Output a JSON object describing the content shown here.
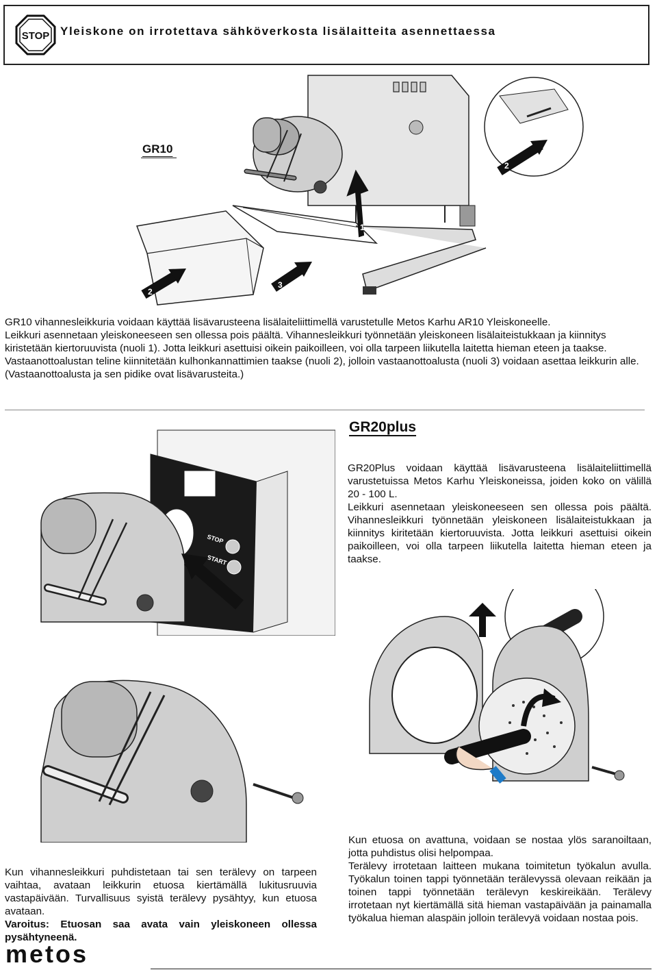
{
  "warning": {
    "stop_sign_text": "STOP",
    "title": "Yleiskone on irrotettava sähköverkosta lisälaitteita asennettaessa"
  },
  "gr10": {
    "heading": "GR10",
    "arrow_labels": [
      "1",
      "2",
      "2",
      "3"
    ],
    "paragraph": [
      "GR10 vihannesleikkuria voidaan käyttää lisävarusteena lisälaiteliittimellä varustetulle Metos Karhu AR10 Yleiskoneelle.",
      "Leikkuri asennetaan yleiskoneeseen sen ollessa pois päältä. Vihannesleikkuri työnnetään yleiskoneen lisälaiteistukkaan ja kiinnitys kiristetään kiertoruuvista (nuoli 1). Jotta leikkuri asettuisi oikein paikoilleen, voi olla tarpeen liikutella laitetta hieman eteen ja taakse.",
      "Vastaanottoalustan teline kiinnitetään kulhonkannattimien taakse (nuoli 2), jolloin vastaanottoalusta (nuoli 3) voidaan asettaa leikkurin alle. (Vastaanottoalusta ja sen pidike ovat lisävarusteita.)"
    ]
  },
  "gr20": {
    "heading": "GR20plus",
    "panel_labels": {
      "stop": "STOP",
      "start": "START"
    },
    "paragraph": [
      "GR20Plus voidaan käyttää lisävarusteena lisälaiteliittimellä varustetuissa Metos Karhu Yleiskoneissa, joiden koko on välillä 20 - 100 L.",
      "Leikkuri asennetaan yleiskoneeseen sen ollessa pois päältä. Vihannesleikkuri työnnetään yleiskoneen lisälaiteistukkaan ja kiinnitys kiritetään kiertoruuvista. Jotta leikkuri asettuisi oikein paikoilleen, voi olla tarpeen liikutella laitetta hieman eteen ja taakse."
    ]
  },
  "cleaning": {
    "paragraph": "Kun vihannesleikkuri puhdistetaan tai sen terälevy on tarpeen vaihtaa, avataan leikkurin etuosa kiertämällä lukitusruuvia vastapäivään. Turvallisuus syistä terälevy pysähtyy, kun etuosa avataan.",
    "warning": "Varoitus: Etuosan saa avata vain yleiskoneen ollessa pysähtyneenä."
  },
  "blade": {
    "paragraph": [
      "Kun etuosa on avattuna, voidaan se nostaa ylös saranoiltaan, jotta puhdistus olisi helpompaa.",
      "Terälevy irrotetaan laitteen mukana toimitetun työkalun avulla. Työkalun toinen tappi työnnetään terälevyssä olevaan reikään ja toinen tappi työnnetään terälevyn keskireikään. Terälevy irrotetaan nyt kiertämällä sitä hieman vastapäivään ja painamalla työkalua hieman alaspäin jolloin terälevyä voidaan nostaa pois."
    ]
  },
  "footer": {
    "logo_text": "metos"
  }
}
